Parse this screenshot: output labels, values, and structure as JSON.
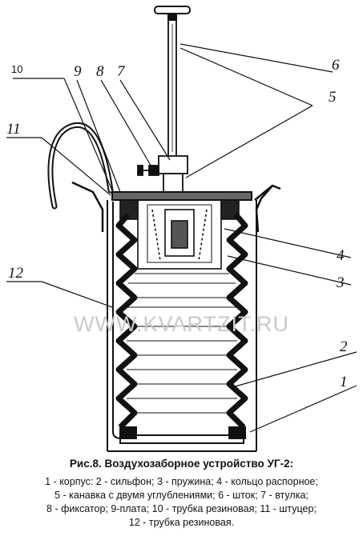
{
  "labels": {
    "l1": "1",
    "l2": "2",
    "l3": "3",
    "l4": "4",
    "l5": "5",
    "l6": "6",
    "l7": "7",
    "l8": "8",
    "l9": "9",
    "l10": "10",
    "l11": "11",
    "l12": "12"
  },
  "watermark": "WWW.KVARTZIT.RU",
  "caption": {
    "title": "Рис.8. Воздухозаборное устройство УГ-2:",
    "lines": [
      "1 - корпус: 2 - сильфон; 3 - пружина; 4 - кольцо распорное;",
      "5 - канавка с двумя углублениями; 6 - шток; 7 - втулка;",
      "8 - фиксатор; 9-плата; 10 - трубка резиновая; 11 - штуцер;",
      "12 - трубка резиновая."
    ]
  }
}
